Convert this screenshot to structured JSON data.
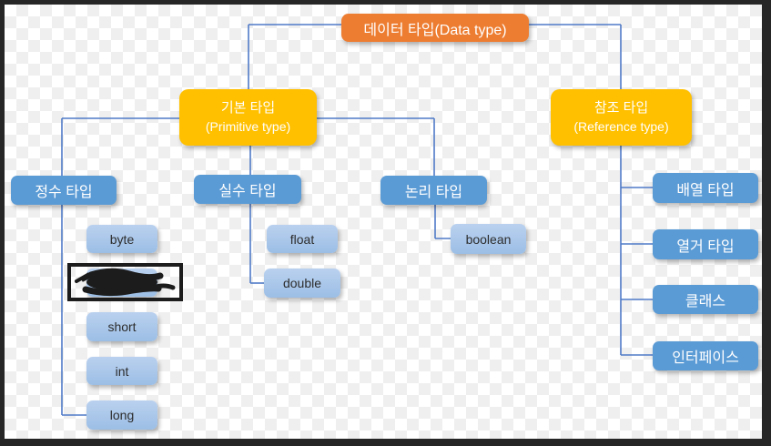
{
  "root": {
    "label": "데이터 타입(Data type)"
  },
  "primitive": {
    "title": "기본 타입",
    "subtitle": "(Primitive type)"
  },
  "reference": {
    "title": "참조 타입",
    "subtitle": "(Reference type)"
  },
  "primitive_groups": {
    "integer": {
      "label": "정수 타입",
      "items": {
        "byte": "byte",
        "short": "short",
        "int": "int",
        "long": "long"
      }
    },
    "real": {
      "label": "실수 타입",
      "items": {
        "float": "float",
        "double": "double"
      }
    },
    "logic": {
      "label": "논리 타입",
      "items": {
        "boolean": "boolean"
      }
    }
  },
  "reference_items": {
    "array": "배열 타입",
    "enum": "열거 타입",
    "class": "클래스",
    "interface": "인터페이스"
  },
  "colors": {
    "root_fill": "#ED7D31",
    "category_fill": "#FFC000",
    "type_fill": "#5B9BD5",
    "leaf_fill_top": "#BAD1EF",
    "leaf_fill_bottom": "#9CBEE5",
    "connector": "#4f7ac7",
    "frame": "#262626",
    "scribble": "#1c1c1c"
  }
}
